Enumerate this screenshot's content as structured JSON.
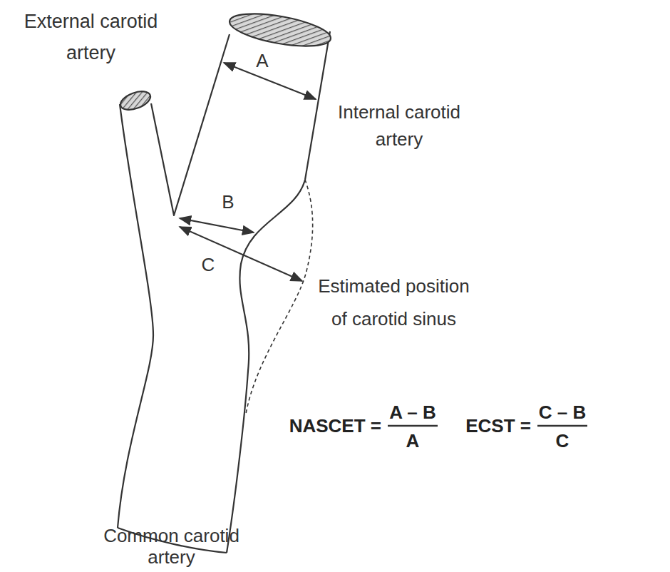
{
  "diagram": {
    "labels": [
      "External carotid artery",
      "Internal carotid artery",
      "A",
      "B",
      "C",
      "Estimated position of carotid sinus",
      "Common carotid artery",
      "NASCET =",
      "A – B",
      "A",
      "ECST =",
      "C – B",
      "C"
    ]
  }
}
